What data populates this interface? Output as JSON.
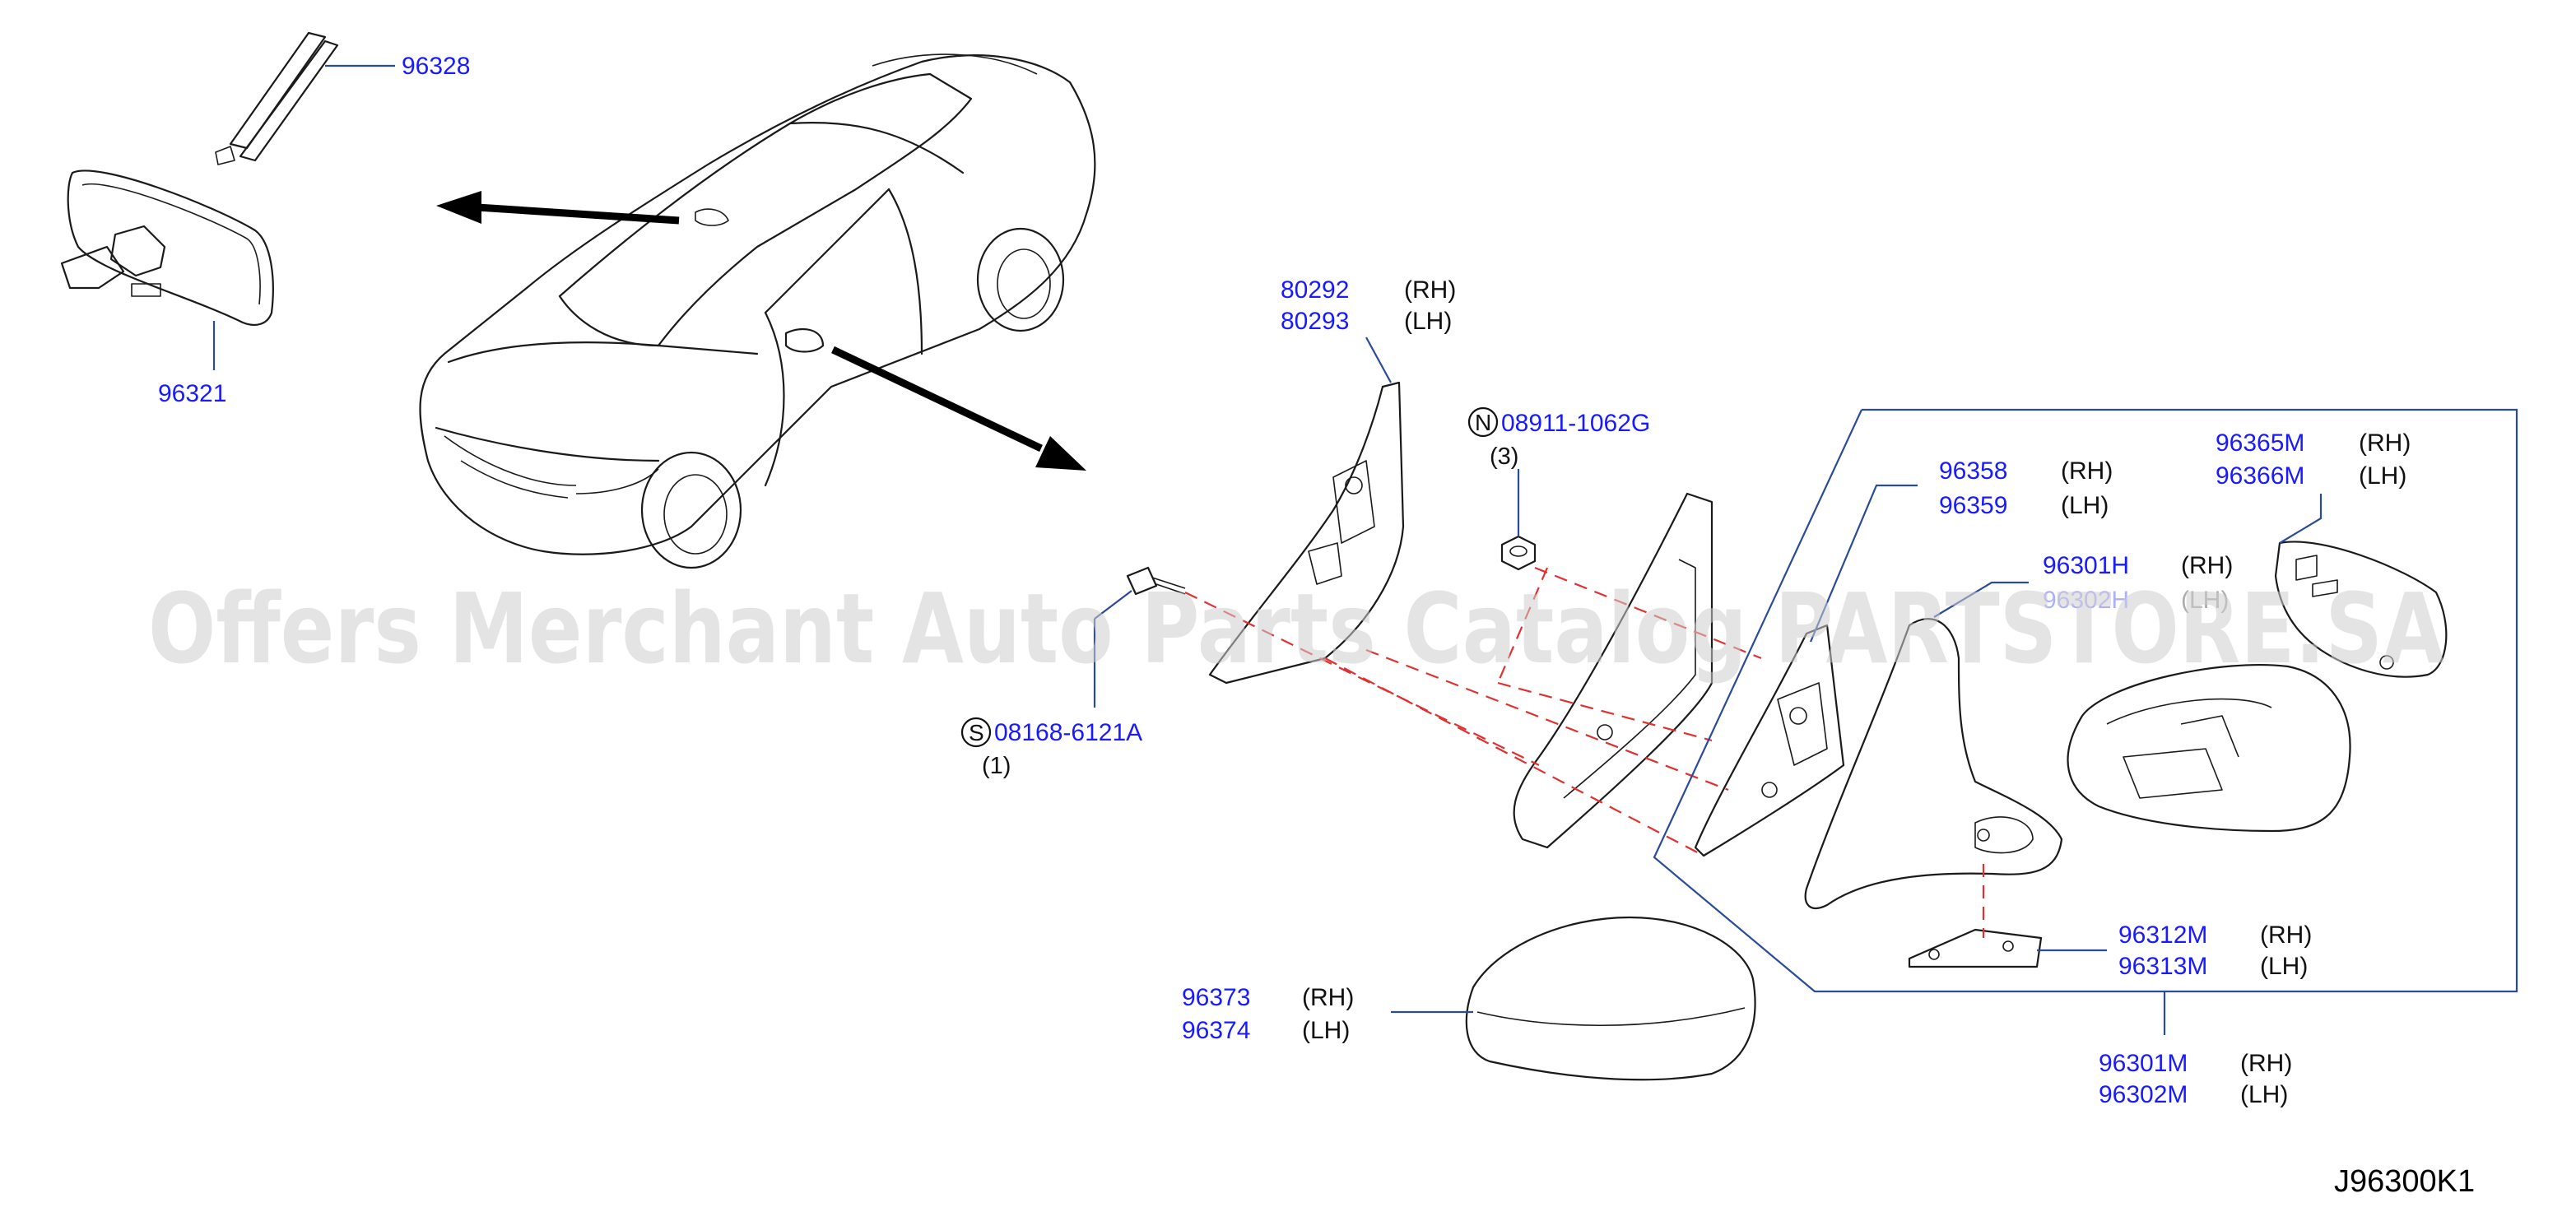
{
  "diagram": {
    "code": "J96300K1",
    "watermark": "Offers Merchant Auto Parts Catalog PARTSTORE.SA"
  },
  "parts": {
    "p96328": "96328",
    "p96321": "96321",
    "p80292": "80292",
    "p80293": "80293",
    "rh": "(RH)",
    "lh": "(LH)",
    "bolt": {
      "prefix": "S",
      "number": "08168-6121A",
      "qty": "(1)"
    },
    "nut": {
      "prefix": "N",
      "number": "08911-1062G",
      "qty": "(3)"
    },
    "p96358": "96358",
    "p96359": "96359",
    "p96301H": "96301H",
    "p96302H": "96302H",
    "p96365M": "96365M",
    "p96366M": "96366M",
    "p96312M": "96312M",
    "p96313M": "96313M",
    "p96373": "96373",
    "p96374": "96374",
    "p96301M": "96301M",
    "p96302M": "96302M"
  }
}
